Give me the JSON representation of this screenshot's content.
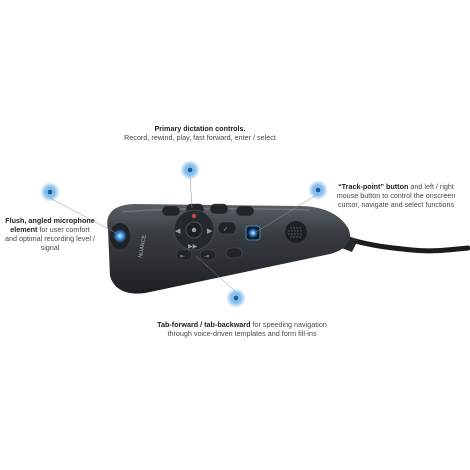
{
  "callouts": {
    "top": {
      "title": "Primary dictation controls.",
      "body": "Record, rewind, play, fast forward, enter / select"
    },
    "left": {
      "title": "Flush, angled microphone element",
      "body": "for user comfort and optimal recording level / signal"
    },
    "right": {
      "title": "“Track-point” button",
      "body": "and left / right mouse button to control the onscreen cursor, navigate and select functions"
    },
    "bottom": {
      "title": "Tab-forward / tab-backward",
      "body": "for speeding navigation through voice-driven templates and form fill-ins"
    }
  },
  "device": {
    "brand_text": "NUANCE"
  },
  "colors": {
    "background": "#ffffff",
    "device_body": "#2e3236",
    "marker_glow": "#5aa8e6",
    "marker_core": "#1f5f96",
    "leader_line": "#8a9096",
    "button_face": "#24272a",
    "button_led": "#3da0ff"
  },
  "icons": [
    "record-icon",
    "rewind-icon",
    "play-icon",
    "fast-forward-icon",
    "enter-icon",
    "tab-forward-icon",
    "tab-backward-icon",
    "speaker-grille-icon"
  ]
}
